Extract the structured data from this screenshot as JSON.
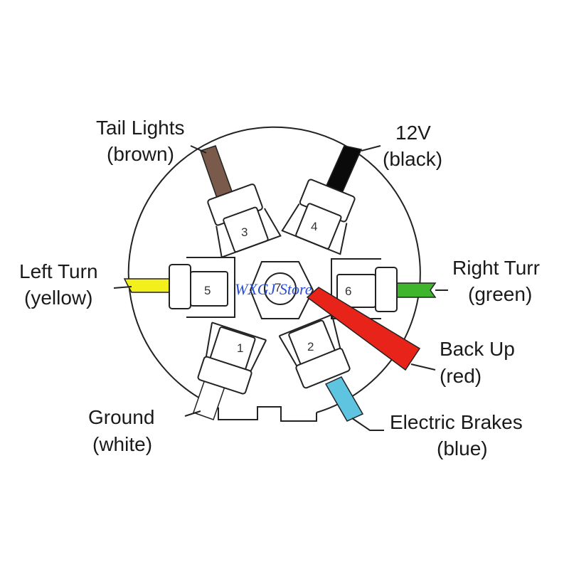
{
  "watermark": "WXGJ Store",
  "colors": {
    "brown": "#7a5a4a",
    "black": "#0a0a0a",
    "yellow": "#f2ef1c",
    "green": "#3fb52e",
    "red": "#e8231a",
    "blue": "#5fc4e0",
    "white": "#ffffff"
  },
  "pins": [
    {
      "number": "1",
      "label": "Ground",
      "color_name": "(white)",
      "color_key": "white"
    },
    {
      "number": "2",
      "label": "Electric Brakes",
      "color_name": "(blue)",
      "color_key": "blue"
    },
    {
      "number": "3",
      "label": "Tail Lights",
      "color_name": "(brown)",
      "color_key": "brown"
    },
    {
      "number": "4",
      "label": "12V",
      "color_name": "(black)",
      "color_key": "black"
    },
    {
      "number": "5",
      "label": "Left Turn",
      "color_name": "(yellow)",
      "color_key": "yellow"
    },
    {
      "number": "6",
      "label": "Right Turr",
      "color_name": "(green)",
      "color_key": "green"
    },
    {
      "number": "7",
      "label": "Back Up",
      "color_name": "(red)",
      "color_key": "red"
    }
  ]
}
